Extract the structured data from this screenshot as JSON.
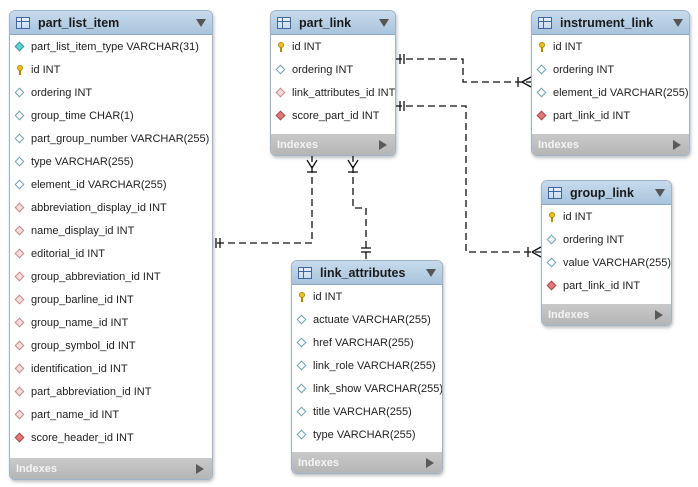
{
  "tables": {
    "part_list_item": {
      "name": "part_list_item",
      "footer": "Indexes",
      "columns": [
        {
          "icon": "unique-column-icon",
          "label": "part_list_item_type VARCHAR(31)"
        },
        {
          "icon": "primary-key-icon",
          "label": "id INT"
        },
        {
          "icon": "column-icon",
          "label": "ordering INT"
        },
        {
          "icon": "column-icon",
          "label": "group_time CHAR(1)"
        },
        {
          "icon": "column-icon",
          "label": "part_group_number VARCHAR(255)"
        },
        {
          "icon": "column-icon",
          "label": "type VARCHAR(255)"
        },
        {
          "icon": "column-icon",
          "label": "element_id VARCHAR(255)"
        },
        {
          "icon": "foreign-key-nullable-icon",
          "label": "abbreviation_display_id INT"
        },
        {
          "icon": "foreign-key-nullable-icon",
          "label": "name_display_id INT"
        },
        {
          "icon": "foreign-key-nullable-icon",
          "label": "editorial_id INT"
        },
        {
          "icon": "foreign-key-nullable-icon",
          "label": "group_abbreviation_id INT"
        },
        {
          "icon": "foreign-key-nullable-icon",
          "label": "group_barline_id INT"
        },
        {
          "icon": "foreign-key-nullable-icon",
          "label": "group_name_id INT"
        },
        {
          "icon": "foreign-key-nullable-icon",
          "label": "group_symbol_id INT"
        },
        {
          "icon": "foreign-key-nullable-icon",
          "label": "identification_id INT"
        },
        {
          "icon": "foreign-key-nullable-icon",
          "label": "part_abbreviation_id INT"
        },
        {
          "icon": "foreign-key-nullable-icon",
          "label": "part_name_id INT"
        },
        {
          "icon": "foreign-key-icon",
          "label": "score_header_id INT"
        }
      ]
    },
    "part_link": {
      "name": "part_link",
      "footer": "Indexes",
      "columns": [
        {
          "icon": "primary-key-icon",
          "label": "id INT"
        },
        {
          "icon": "column-icon",
          "label": "ordering INT"
        },
        {
          "icon": "foreign-key-nullable-icon",
          "label": "link_attributes_id INT"
        },
        {
          "icon": "foreign-key-icon",
          "label": "score_part_id INT"
        }
      ]
    },
    "instrument_link": {
      "name": "instrument_link",
      "footer": "Indexes",
      "columns": [
        {
          "icon": "primary-key-icon",
          "label": "id INT"
        },
        {
          "icon": "column-icon",
          "label": "ordering INT"
        },
        {
          "icon": "column-icon",
          "label": "element_id VARCHAR(255)"
        },
        {
          "icon": "foreign-key-icon",
          "label": "part_link_id INT"
        }
      ]
    },
    "group_link": {
      "name": "group_link",
      "footer": "Indexes",
      "columns": [
        {
          "icon": "primary-key-icon",
          "label": "id INT"
        },
        {
          "icon": "column-icon",
          "label": "ordering INT"
        },
        {
          "icon": "column-icon",
          "label": "value VARCHAR(255)"
        },
        {
          "icon": "foreign-key-icon",
          "label": "part_link_id INT"
        }
      ]
    },
    "link_attributes": {
      "name": "link_attributes",
      "footer": "Indexes",
      "columns": [
        {
          "icon": "primary-key-icon",
          "label": "id INT"
        },
        {
          "icon": "column-icon",
          "label": "actuate VARCHAR(255)"
        },
        {
          "icon": "column-icon",
          "label": "href VARCHAR(255)"
        },
        {
          "icon": "column-icon",
          "label": "link_role VARCHAR(255)"
        },
        {
          "icon": "column-icon",
          "label": "link_show VARCHAR(255)"
        },
        {
          "icon": "column-icon",
          "label": "title VARCHAR(255)"
        },
        {
          "icon": "column-icon",
          "label": "type VARCHAR(255)"
        }
      ]
    }
  },
  "relationships": [
    {
      "from": "part_link",
      "to": "part_list_item",
      "from_end": "many",
      "to_end": "one"
    },
    {
      "from": "part_link",
      "to": "link_attributes",
      "from_end": "many",
      "to_end": "one"
    },
    {
      "from": "part_link",
      "to": "instrument_link",
      "from_end": "one",
      "to_end": "many"
    },
    {
      "from": "part_link",
      "to": "group_link",
      "from_end": "one",
      "to_end": "many"
    }
  ],
  "colors": {
    "header": "#b6cde3",
    "footer": "#bdbdbd",
    "line": "#111111"
  }
}
